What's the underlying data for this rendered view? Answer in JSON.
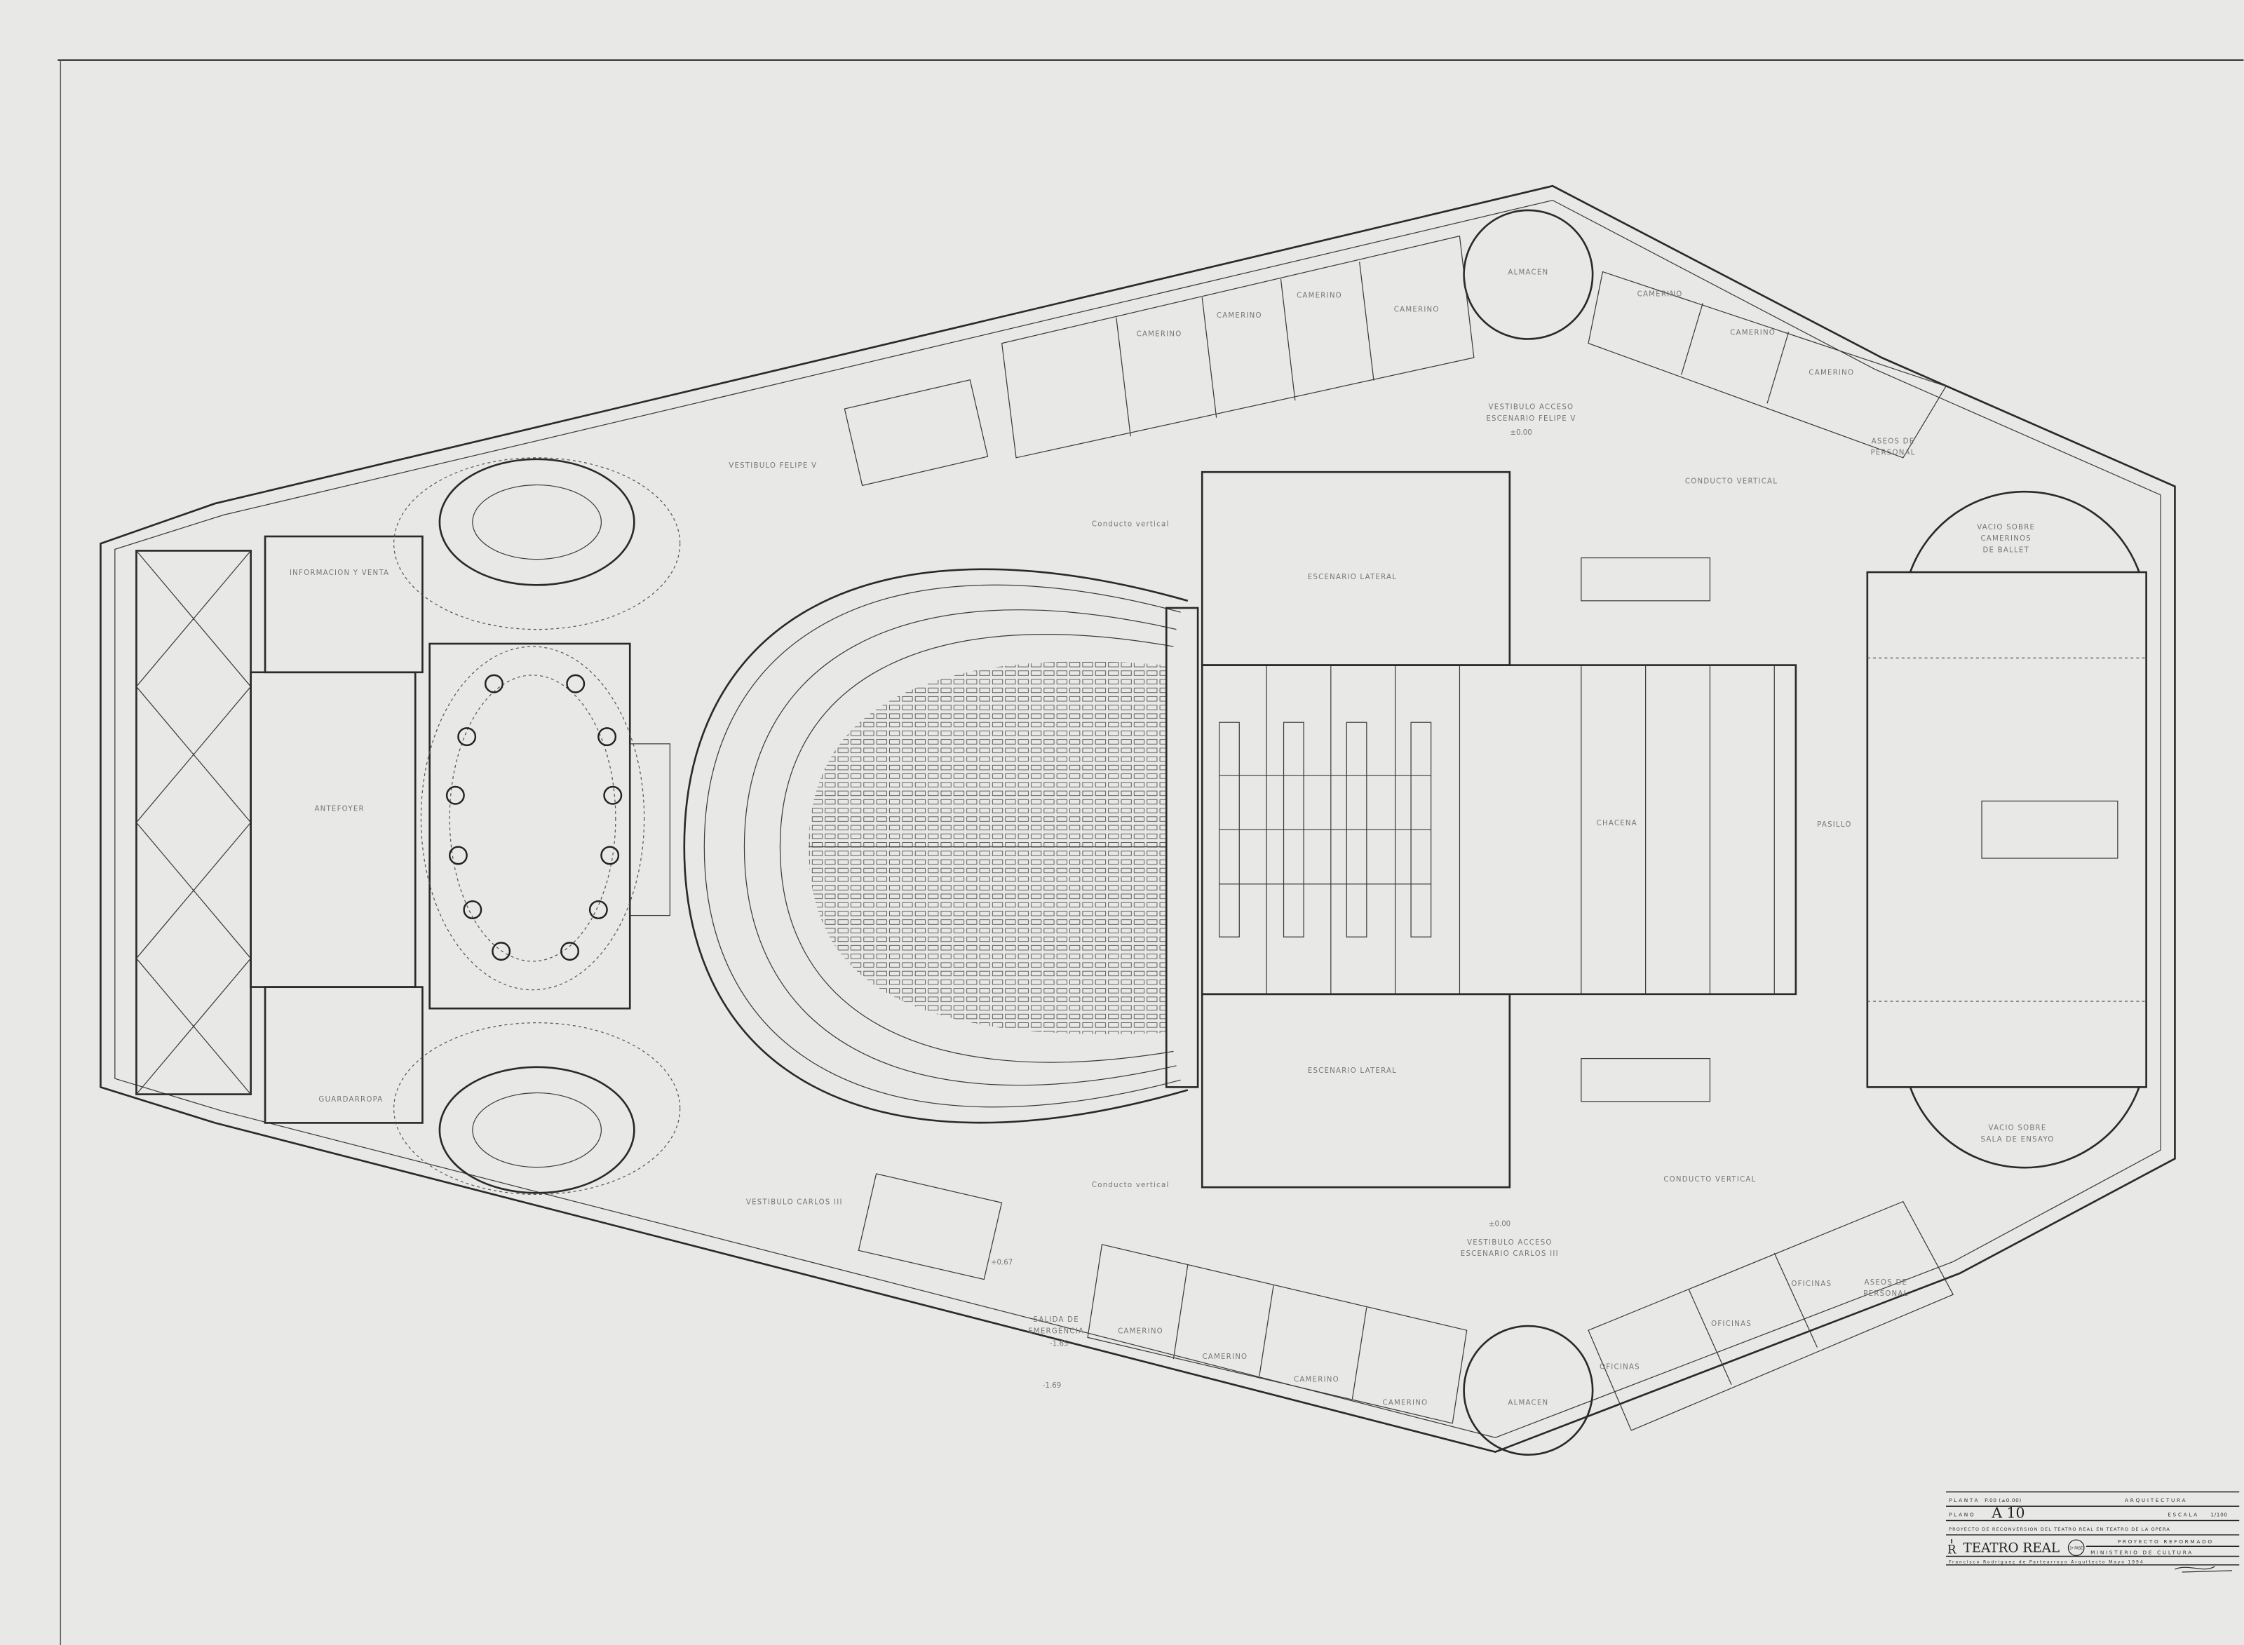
{
  "drawing": {
    "labels": {
      "informacion": "INFORMACION Y VENTA",
      "antefoyer": "ANTEFOYER",
      "guardarropa": "GUARDARROPA",
      "vestibulo_felipe": "VESTIBULO FELIPE V",
      "vestibulo_carlos": "VESTIBULO CARLOS III",
      "escenario_lateral_top": "ESCENARIO LATERAL",
      "escenario_lateral_bottom": "ESCENARIO LATERAL",
      "chacena": "CHACENA",
      "pasillo": "PASILLO",
      "acceso_felipe_1": "VESTIBULO ACCESO",
      "acceso_felipe_2": "ESCENARIO FELIPE V",
      "acceso_carlos_1": "VESTIBULO ACCESO",
      "acceso_carlos_2": "ESCENARIO CARLOS III",
      "conducto_top": "CONDUCTO VERTICAL",
      "conducto_bottom": "CONDUCTO VERTICAL",
      "conducto_small_top": "Conducto vertical",
      "conducto_small_bottom": "Conducto vertical",
      "vacio_top_1": "VACIO SOBRE",
      "vacio_top_2": "CAMERINOS",
      "vacio_top_3": "DE BALLET",
      "vacio_bottom_1": "VACIO SOBRE",
      "vacio_bottom_2": "SALA DE ENSAYO",
      "almacen_top": "ALMACEN",
      "almacen_bottom": "ALMACEN",
      "camerino": "CAMERINO",
      "oficinas": "OFICINAS",
      "aseos_1": "ASEOS DE",
      "aseos_2": "PERSONAL",
      "salida_1": "SALIDA DE",
      "salida_2": "EMERGENCIA"
    },
    "levels": {
      "l1": "±0.00",
      "l2": "-1.65",
      "l3": "-1.69",
      "l4": "+0.67",
      "l5": "±0.00"
    }
  },
  "title_block": {
    "planta_label": "PLANTA",
    "planta_value": "P.00 (±0.00)",
    "discipline": "ARQUITECTURA",
    "plano_label": "PLANO",
    "plano_value": "A 10",
    "escala_label": "ESCALA",
    "escala_value": "1/100",
    "project": "PROYECTO DE RECONVERSION DEL TEATRO REAL EN TEATRO DE LA OPERA",
    "logo_text": "TEATRO REAL",
    "phase_badge": "2ª FASE",
    "proyecto": "PROYECTO   REFORMADO",
    "ministerio": "MINISTERIO   DE   CULTURA",
    "author": "Francisco Rodriguez de Partearroyo Arquitecto   Mayo 1994"
  }
}
